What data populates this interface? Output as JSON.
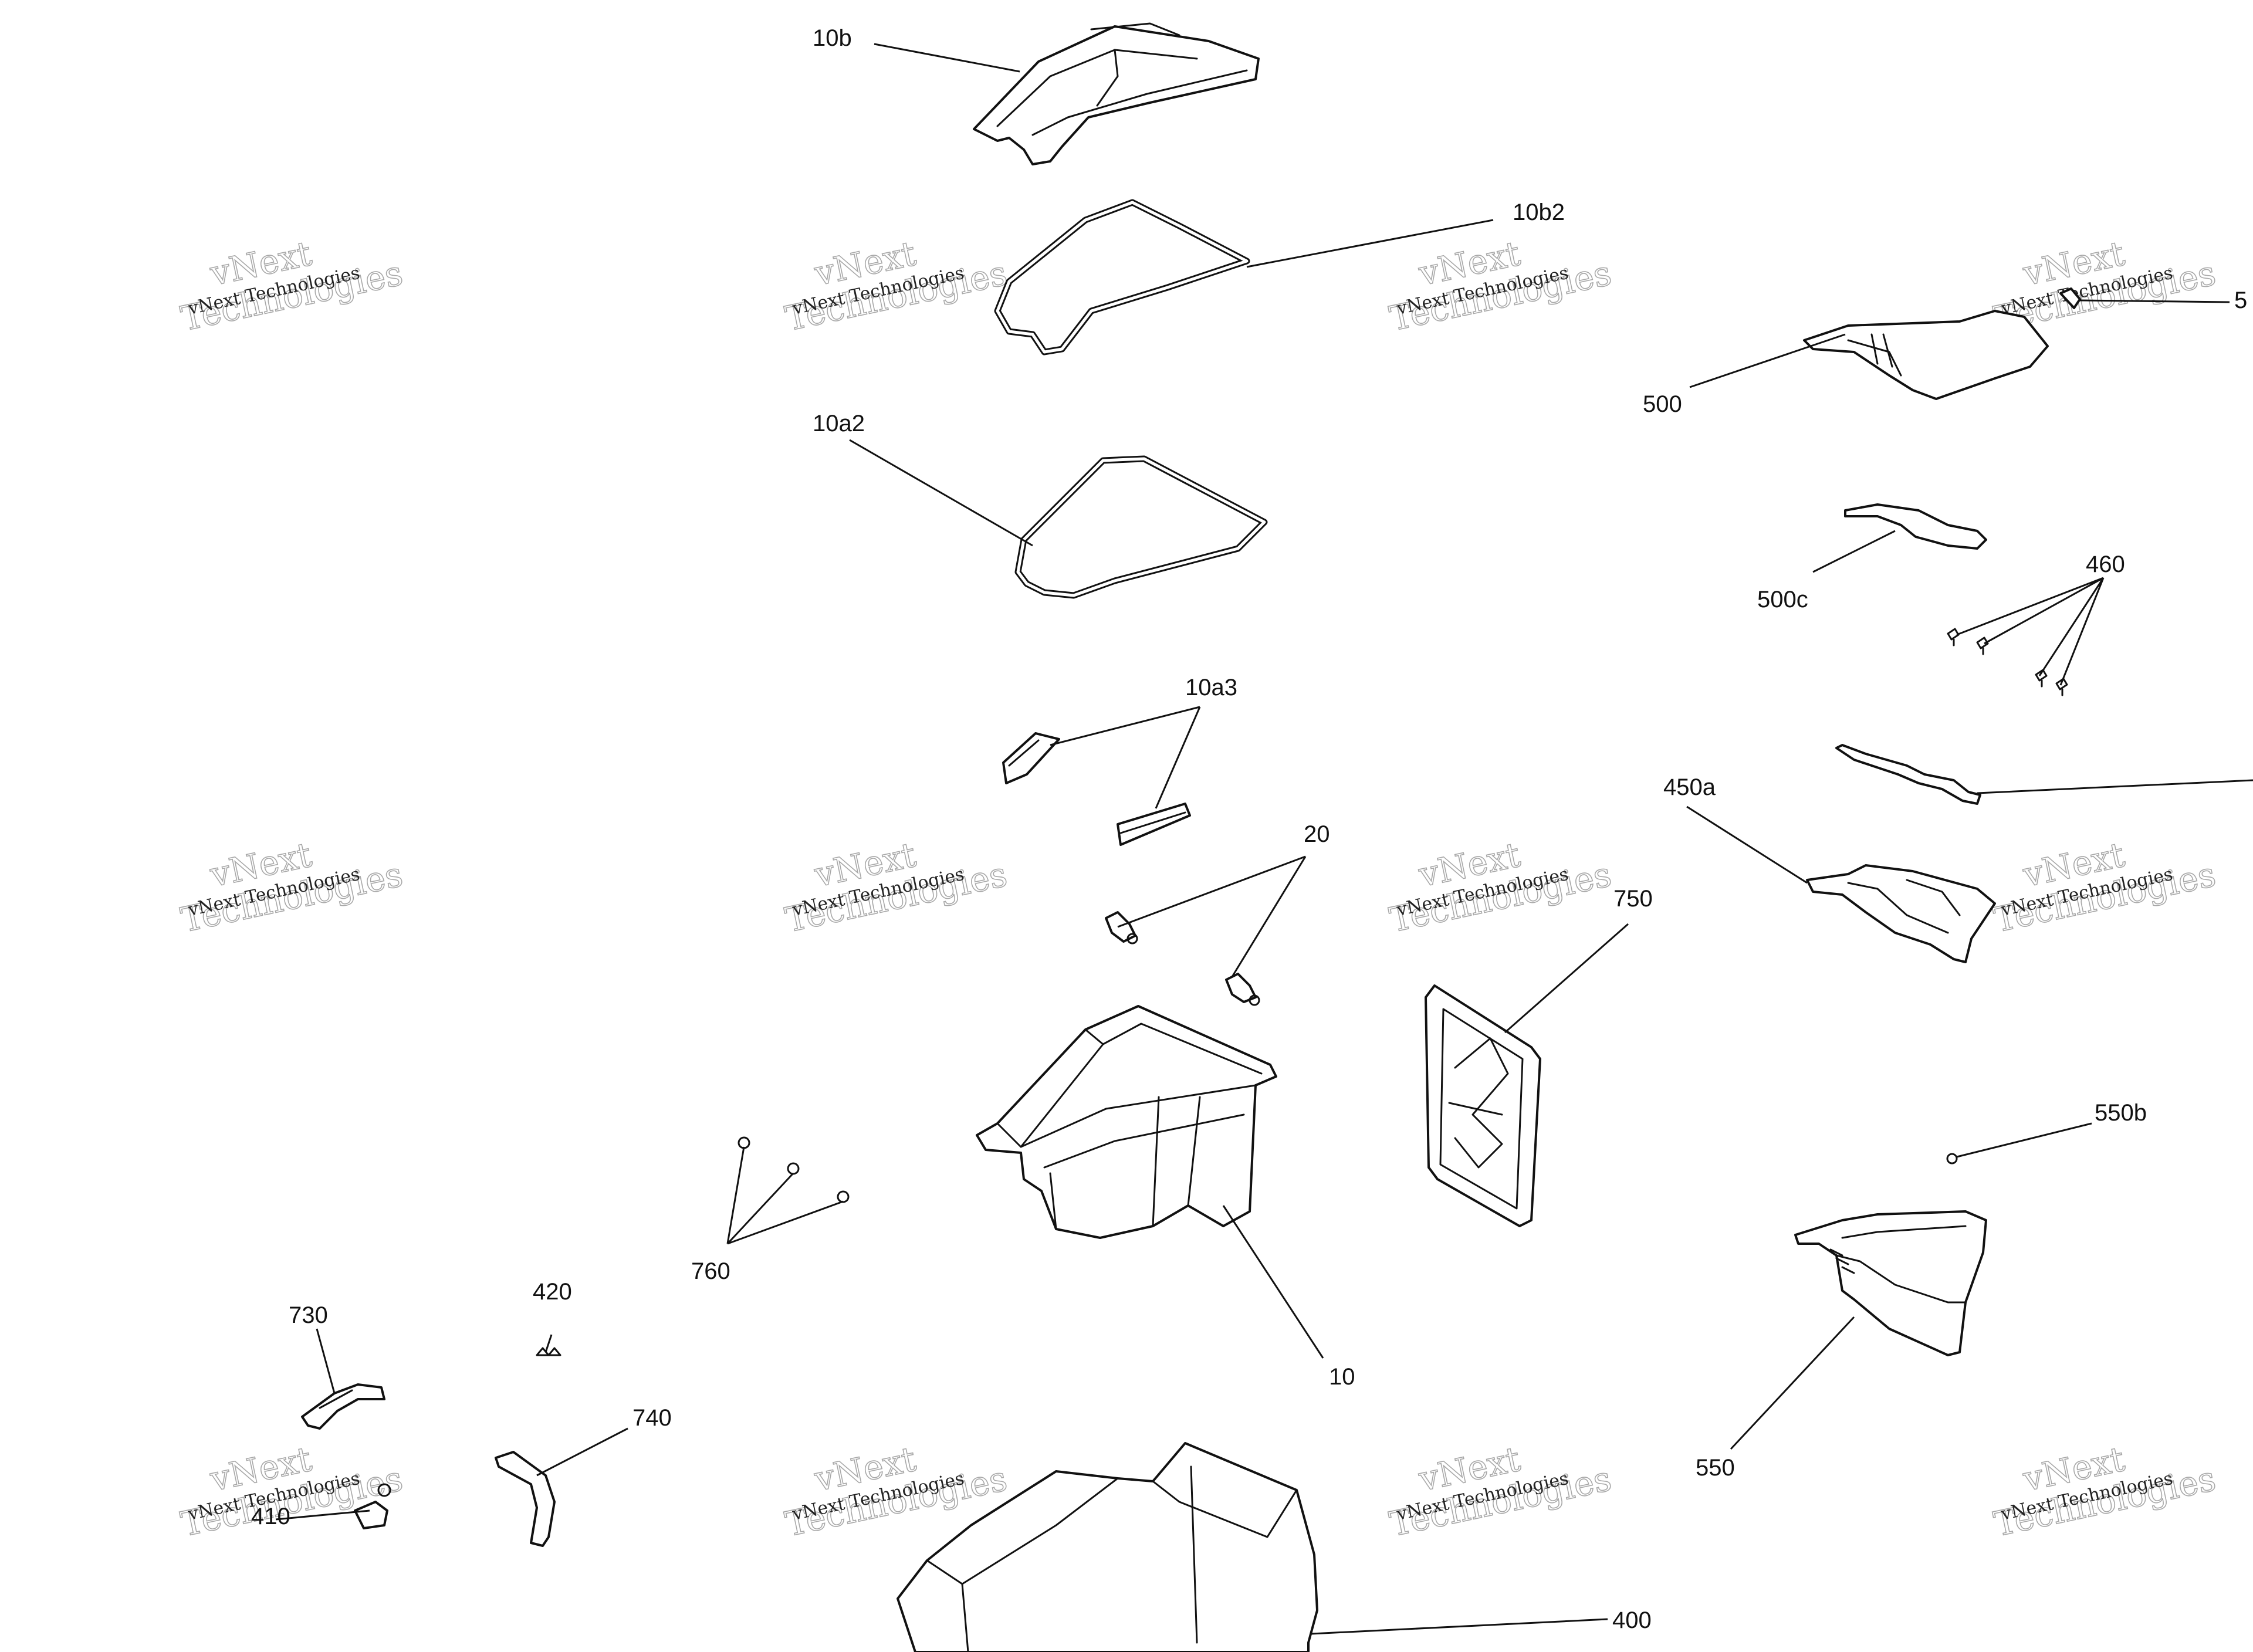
{
  "watermark": {
    "line1": "vNext",
    "line2": "Technologies",
    "small": "vNext Technologies"
  },
  "callouts": {
    "c10b": "10b",
    "c10b2": "10b2",
    "c10a2": "10a2",
    "c10a3": "10a3",
    "c20": "20",
    "c750": "750",
    "c760": "760",
    "c10": "10",
    "c420": "420",
    "c730": "730",
    "c740": "740",
    "c410": "410",
    "c400": "400",
    "c500": "500",
    "c500c": "500c",
    "c460": "460",
    "c450a": "450a",
    "c550b": "550b",
    "c550": "550",
    "c5x": "5"
  }
}
